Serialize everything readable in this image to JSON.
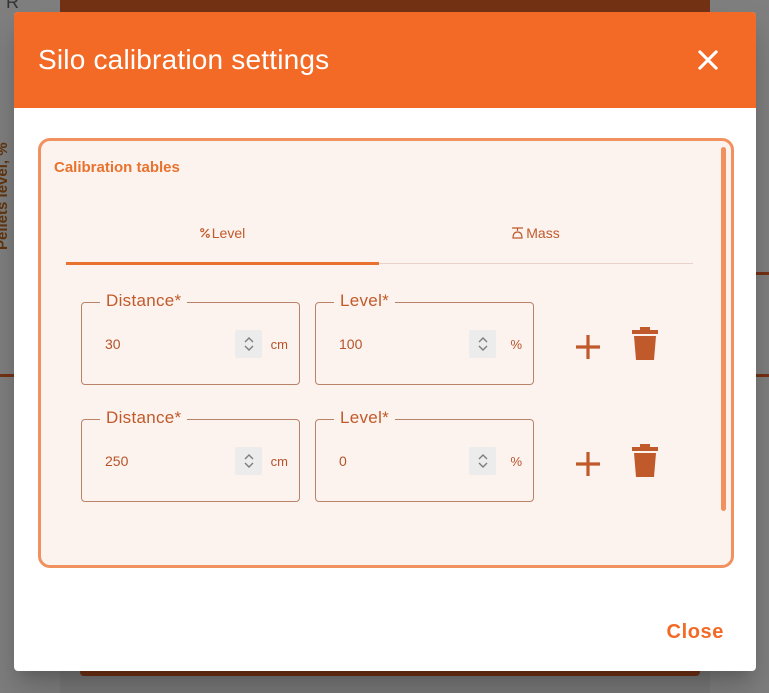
{
  "background": {
    "vertical_label": "Pellets level, %",
    "top_text": "R"
  },
  "dialog": {
    "title": "Silo calibration settings",
    "close_label": "Close"
  },
  "calibration": {
    "section_title": "Calibration tables",
    "tabs": [
      {
        "label": "Level",
        "icon": "percent-icon",
        "active": true
      },
      {
        "label": "Mass",
        "icon": "scale-icon",
        "active": false
      }
    ],
    "rows": [
      {
        "distance": {
          "label": "Distance*",
          "value": "30",
          "unit": "cm"
        },
        "level": {
          "label": "Level*",
          "value": "100",
          "unit": "%"
        }
      },
      {
        "distance": {
          "label": "Distance*",
          "value": "250",
          "unit": "cm"
        },
        "level": {
          "label": "Level*",
          "value": "0",
          "unit": "%"
        }
      }
    ]
  },
  "colors": {
    "accent": "#f26a25",
    "icon": "#c05a2b",
    "card_bg": "#fdf3ee"
  }
}
